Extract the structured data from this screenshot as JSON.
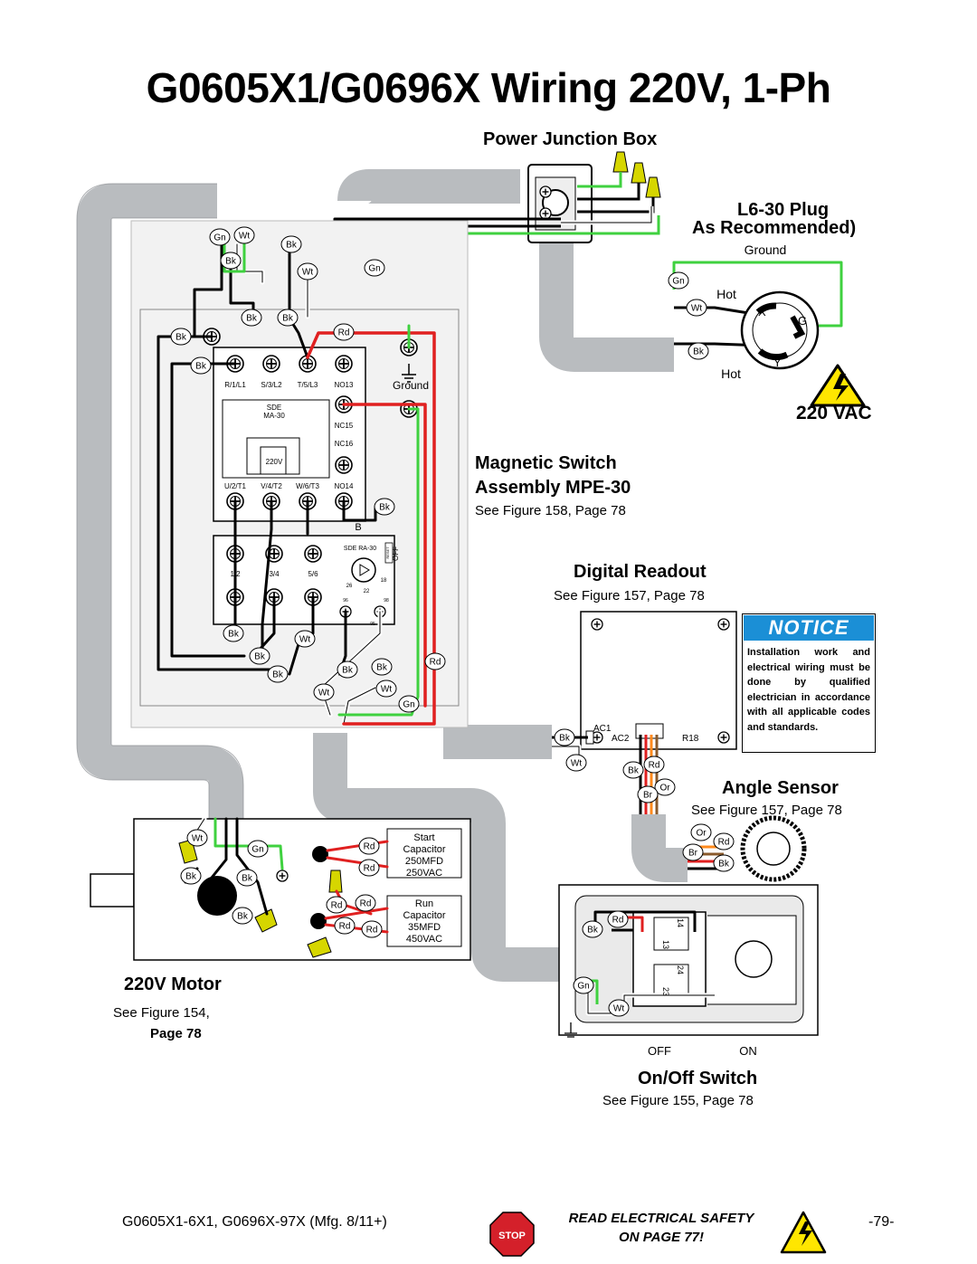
{
  "title": "G0605X1/G0696X Wiring 220V, 1-Ph",
  "sections": {
    "power_junction_box": "Power Junction Box",
    "plug_line1": "L6-30 Plug",
    "plug_line2": "As Recommended)",
    "vac": "220 VAC",
    "mag_switch_line1": "Magnetic Switch",
    "mag_switch_line2": "Assembly MPE-30",
    "mag_switch_ref": "See Figure 158, Page 78",
    "digital_readout": "Digital Readout",
    "digital_readout_ref": "See Figure 157, Page 78",
    "angle_sensor": "Angle Sensor",
    "angle_sensor_ref": "See Figure 157, Page 78",
    "motor": "220V Motor",
    "motor_ref_line1": "See Figure 154,",
    "motor_ref_line2": "Page 78",
    "onoff_switch": "On/Off Switch",
    "onoff_switch_ref": "See Figure 155, Page 78"
  },
  "notice": {
    "heading": "NOTICE",
    "body": "Installation work and electrical wiring must be done by qualified electrician in accordance with all applicable codes and standards."
  },
  "plug_labels": {
    "ground": "Ground",
    "hot_top": "Hot",
    "hot_bottom": "Hot",
    "x": "X",
    "g": "G",
    "y": "Y"
  },
  "contactor": {
    "terminals_top": [
      "R/1/L1",
      "S/3/L2",
      "T/5/L3",
      "NO13"
    ],
    "terminals_bottom": [
      "U/2/T1",
      "V/4/T2",
      "W/6/T3",
      "NO14"
    ],
    "nc15": "NC15",
    "nc16": "NC16",
    "brand": "SDE",
    "model": "MA-30",
    "coil": "220V",
    "ground": "Ground",
    "b": "B"
  },
  "overload": {
    "brand": "SDE RA-30",
    "off": "OFF",
    "reset": "RESET",
    "terminals": [
      "1/2",
      "3/4",
      "5/6"
    ],
    "dial_26": "26",
    "dial_18": "18",
    "dial_22": "22",
    "t95": "95",
    "t96": "96",
    "t98": "98"
  },
  "readout_terminals": {
    "ac1": "AC1",
    "ac2": "AC2",
    "r18": "R18"
  },
  "capacitors": {
    "start": [
      "Start",
      "Capacitor",
      "250MFD",
      "250VAC"
    ],
    "run": [
      "Run",
      "Capacitor",
      "35MFD",
      "450VAC"
    ]
  },
  "switch": {
    "t13": "13",
    "t14": "14",
    "t23": "23",
    "t24": "24",
    "off": "OFF",
    "on": "ON"
  },
  "wire_tags": [
    {
      "t": "Gn"
    },
    {
      "t": "Wt"
    },
    {
      "t": "Bk"
    },
    {
      "t": "Bk"
    },
    {
      "t": "Wt"
    },
    {
      "t": "Gn"
    },
    {
      "t": "Bk"
    },
    {
      "t": "Bk"
    },
    {
      "t": "Bk"
    },
    {
      "t": "Bk"
    },
    {
      "t": "Rd"
    },
    {
      "t": "Bk"
    },
    {
      "t": "Bk"
    },
    {
      "t": "Bk"
    },
    {
      "t": "Wt"
    },
    {
      "t": "Bk"
    },
    {
      "t": "Bk"
    },
    {
      "t": "Bk"
    },
    {
      "t": "Rd"
    },
    {
      "t": "Wt"
    },
    {
      "t": "Wt"
    },
    {
      "t": "Gn"
    },
    {
      "t": "Gn"
    },
    {
      "t": "Wt"
    },
    {
      "t": "Bk"
    },
    {
      "t": "Bk"
    },
    {
      "t": "Wt"
    },
    {
      "t": "Bk"
    },
    {
      "t": "Rd"
    },
    {
      "t": "Or"
    },
    {
      "t": "Br"
    },
    {
      "t": "Or"
    },
    {
      "t": "Rd"
    },
    {
      "t": "Br"
    },
    {
      "t": "Bk"
    },
    {
      "t": "Wt"
    },
    {
      "t": "Gn"
    },
    {
      "t": "Bk"
    },
    {
      "t": "Bk"
    },
    {
      "t": "Bk"
    },
    {
      "t": "Rd"
    },
    {
      "t": "Rd"
    },
    {
      "t": "Rd"
    },
    {
      "t": "Rd"
    },
    {
      "t": "Rd"
    },
    {
      "t": "Rd"
    },
    {
      "t": "Bk"
    },
    {
      "t": "Rd"
    },
    {
      "t": "Gn"
    },
    {
      "t": "Wt"
    }
  ],
  "footer": {
    "models": "G0605X1-6X1, G0696X-97X (Mfg. 8/11+)",
    "safety_line1": "READ ELECTRICAL SAFETY",
    "safety_line2": "ON PAGE 77!",
    "stop": "STOP",
    "page": "-79-"
  },
  "colors": {
    "conduit": "#b9bcbf",
    "green_wire": "#3fd13f",
    "red_wire": "#e02020",
    "orange_wire": "#ff8a1c",
    "brown_wire": "#8a5a2b",
    "notice_blue": "#1b8fd6",
    "warning_yellow": "#ffe600",
    "stop_red": "#d4202a"
  }
}
